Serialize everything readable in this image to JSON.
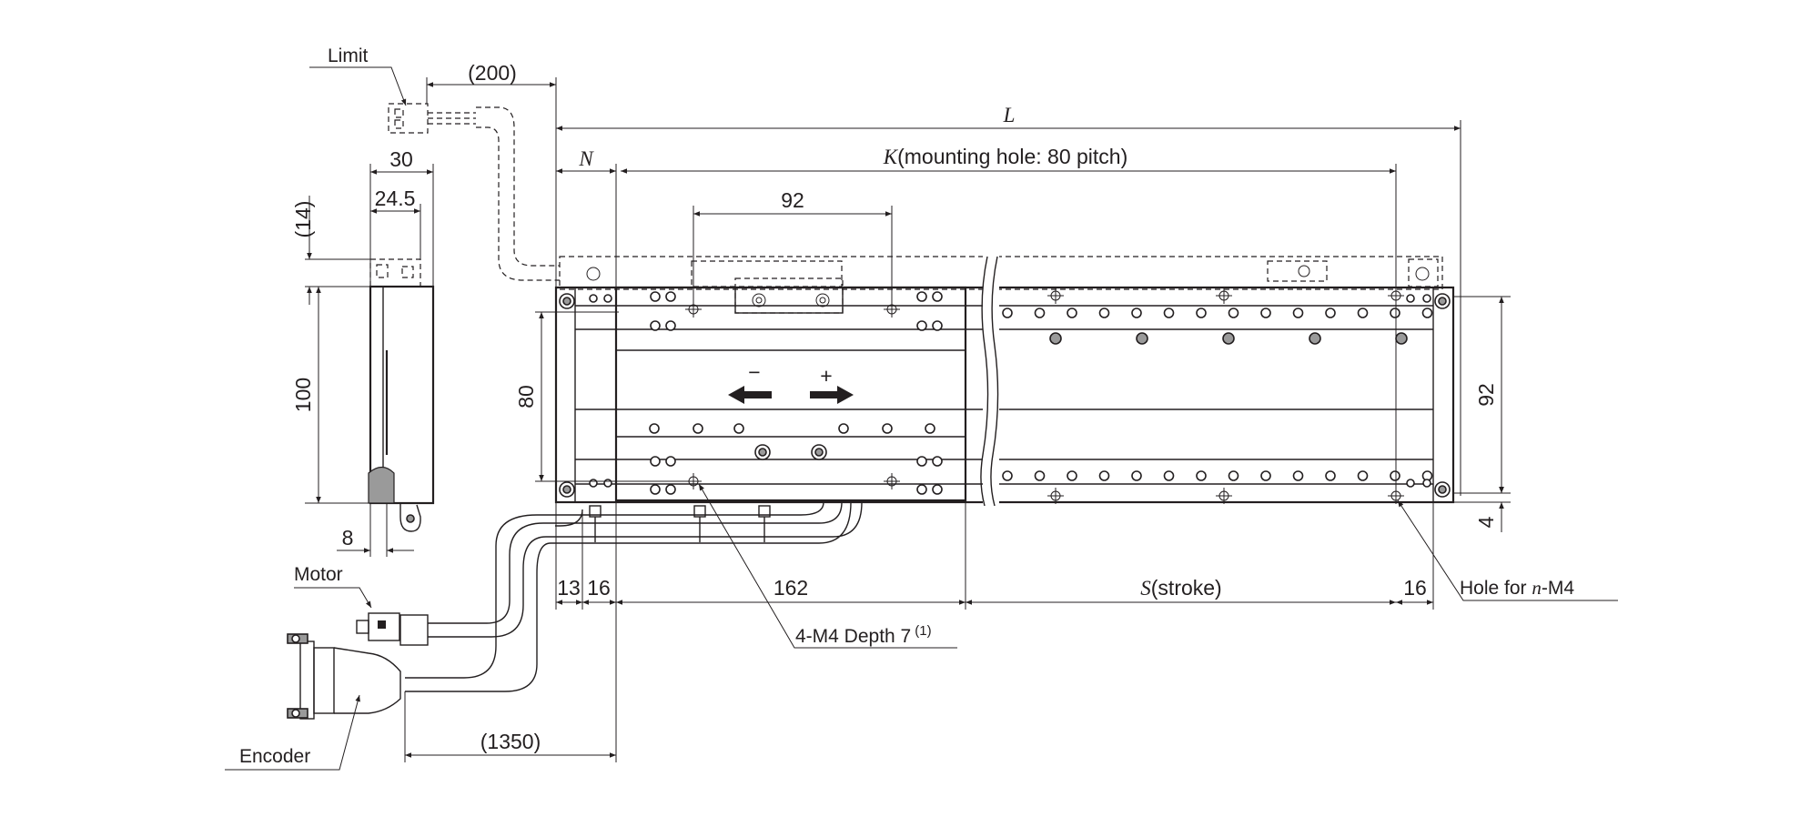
{
  "labels": {
    "limit": "Limit",
    "motor": "Motor",
    "encoder": "Encoder",
    "hole_prefix": "Hole for ",
    "hole_var": "n",
    "hole_suffix": "-M4",
    "tapped": "4-M4 Depth 7",
    "tapped_note": "(1)",
    "minus": "−",
    "plus": "+"
  },
  "dims": {
    "cable_limit": "(200)",
    "L": "L",
    "N": "N",
    "K_var": "K",
    "K_text": "(mounting hole: 80 pitch)",
    "d92_top": "92",
    "d30": "30",
    "d24_5": "24.5",
    "d14": "(14)",
    "d100": "100",
    "d8": "8",
    "d80": "80",
    "d92_right": "92",
    "d4": "4",
    "d13": "13",
    "d16_left": "16",
    "d162": "162",
    "S_var": "S",
    "S_text": "(stroke)",
    "d16_right": "16",
    "cable_encoder": "(1350)"
  }
}
